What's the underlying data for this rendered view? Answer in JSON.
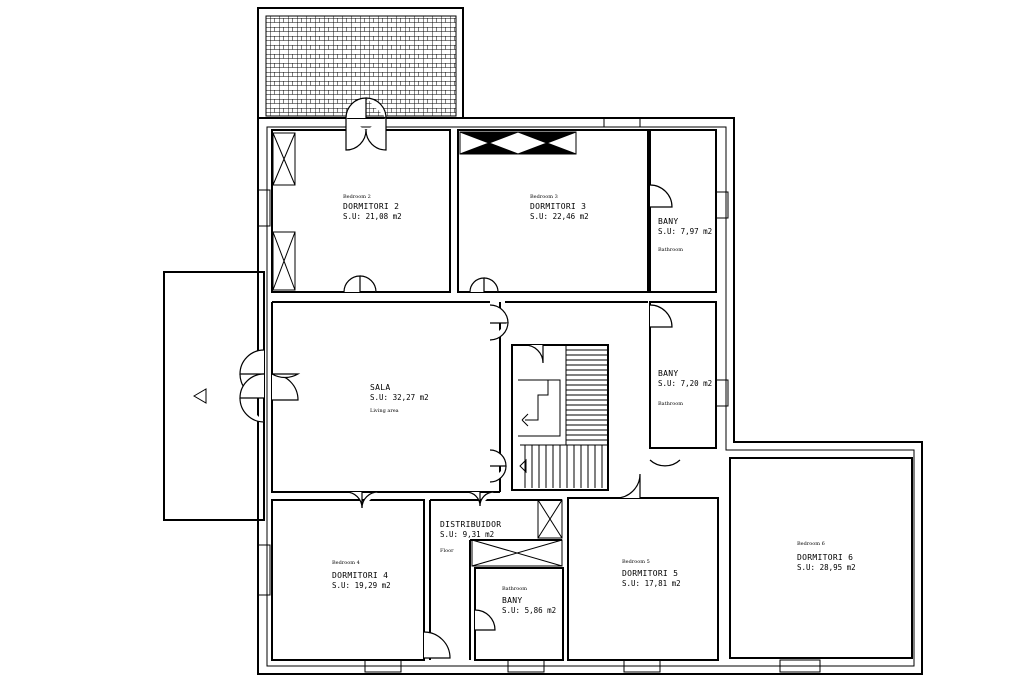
{
  "rooms": [
    {
      "id": "bedroom2",
      "en": "Bedroom 2",
      "name": "DORMITORI 2",
      "area": "S.U: 21,08 m2"
    },
    {
      "id": "bedroom3",
      "en": "Bedroom 3",
      "name": "DORMITORI 3",
      "area": "S.U: 22,46 m2"
    },
    {
      "id": "bath1",
      "en": "Bathroom",
      "name": "BANY",
      "area": "S.U: 7,97 m2"
    },
    {
      "id": "sala",
      "en": "Living area",
      "name": "SALA",
      "area": "S.U: 32,27 m2"
    },
    {
      "id": "bath2",
      "en": "Bathroom",
      "name": "BANY",
      "area": "S.U: 7,20 m2"
    },
    {
      "id": "distribuidor",
      "en": "Floor",
      "name": "DISTRIBUIDOR",
      "area": "S.U: 9,31 m2"
    },
    {
      "id": "bedroom4",
      "en": "Bedroom 4",
      "name": "DORMITORI 4",
      "area": "S.U: 19,29 m2"
    },
    {
      "id": "bath3",
      "en": "Bathroom",
      "name": "BANY",
      "area": "S.U: 5,86 m2"
    },
    {
      "id": "bedroom5",
      "en": "Bedroom 5",
      "name": "DORMITORI 5",
      "area": "S.U: 17,81 m2"
    },
    {
      "id": "bedroom6",
      "en": "Bedroom 6",
      "name": "DORMITORI 6",
      "area": "S.U: 28,95 m2"
    }
  ]
}
